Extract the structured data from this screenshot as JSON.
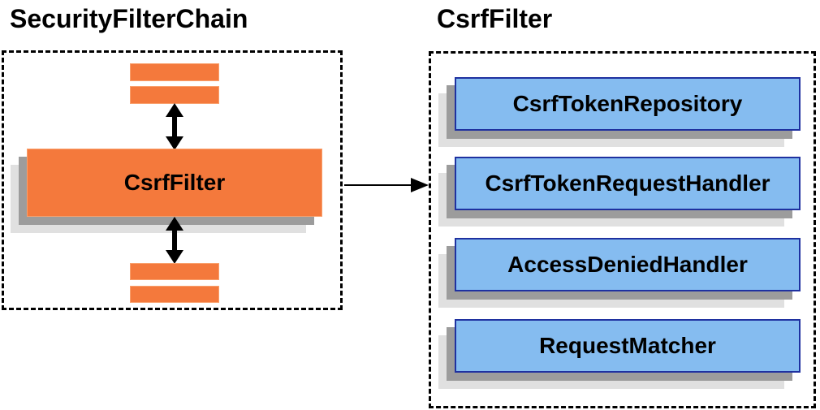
{
  "diagram": {
    "left_panel": {
      "title": "SecurityFilterChain",
      "filter_box_label": "CsrfFilter",
      "placeholder_bars": {
        "top_count": 2,
        "bottom_count": 2
      }
    },
    "right_panel": {
      "title": "CsrfFilter",
      "components": [
        {
          "label": "CsrfTokenRepository"
        },
        {
          "label": "CsrfTokenRequestHandler"
        },
        {
          "label": "AccessDeniedHandler"
        },
        {
          "label": "RequestMatcher"
        }
      ]
    },
    "connections": [
      {
        "from": "placeholder-bars-top",
        "to": "csrf-filter-box",
        "type": "bidirectional"
      },
      {
        "from": "csrf-filter-box",
        "to": "placeholder-bars-bottom",
        "type": "bidirectional"
      },
      {
        "from": "csrf-filter-box",
        "to": "csrf-filter-group",
        "type": "directed"
      }
    ],
    "colors": {
      "filter_fill": "#F4793C",
      "filter_border": "#F9A06C",
      "component_fill": "#85BCF0",
      "component_border": "#1F31A0",
      "shadow_dark": "#9C9C9C",
      "shadow_light": "#E0E0E0",
      "arrow": "#000000",
      "dashed_border": "#000000",
      "text": "#000000",
      "background": "#FFFFFF"
    }
  }
}
